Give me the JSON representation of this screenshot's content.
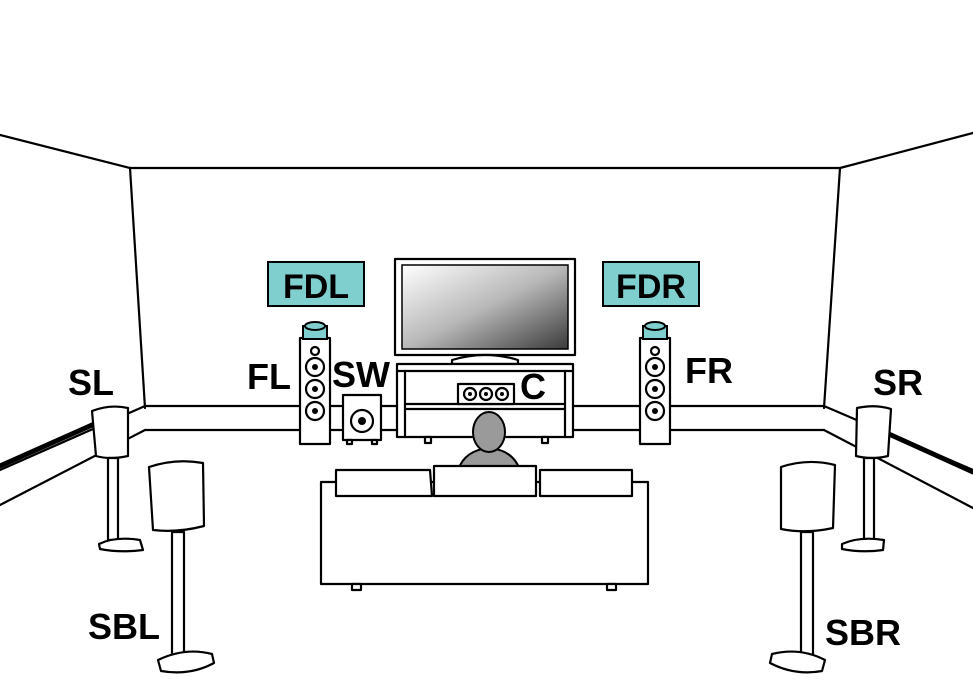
{
  "speakers": {
    "fdl": "FDL",
    "fdr": "FDR",
    "fl": "FL",
    "fr": "FR",
    "sw": "SW",
    "c": "C",
    "sl": "SL",
    "sr": "SR",
    "sbl": "SBL",
    "sbr": "SBR"
  },
  "colors": {
    "highlight": "#7fcfcf",
    "listener": "#9a9a9a",
    "line": "#000000"
  }
}
